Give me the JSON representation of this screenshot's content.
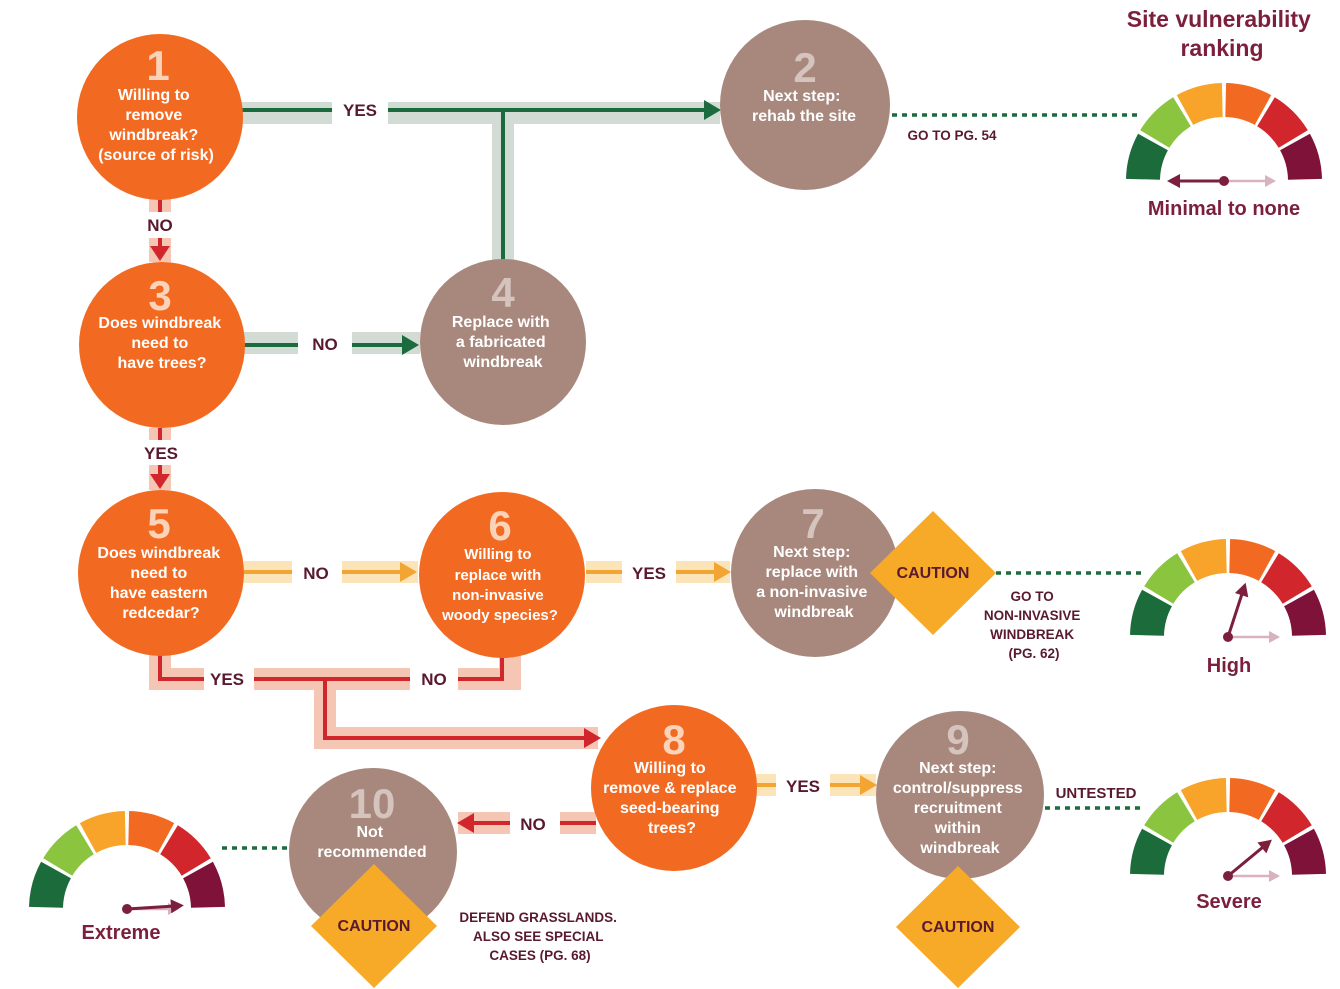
{
  "title": [
    "Site vulnerability",
    "ranking"
  ],
  "colors": {
    "orange": "#F26A21",
    "taupe": "#A8887D",
    "green_dark": "#1B6B3E",
    "green_band": "#D2DCD5",
    "red_line": "#D2262D",
    "red_band": "#F5C6B4",
    "yellow_line": "#F3A533",
    "yellow_band": "#FCE4B9",
    "caution": "#F7A928",
    "gauge_text": "#7C1F3C",
    "note_text": "#5A1A2E",
    "gauge_segments": [
      "#1C6B3B",
      "#8BC43F",
      "#F8A42B",
      "#F26A21",
      "#D2262D",
      "#7E1238"
    ]
  },
  "nodes": [
    {
      "num": "1",
      "lines": [
        "Willing to",
        "remove",
        "windbreak?",
        "(source of risk)"
      ]
    },
    {
      "num": "2",
      "lines": [
        "Next step:",
        "rehab the site"
      ]
    },
    {
      "num": "3",
      "lines": [
        "Does windbreak",
        "need to",
        "have trees?"
      ]
    },
    {
      "num": "4",
      "lines": [
        "Replace with",
        "a fabricated",
        "windbreak"
      ]
    },
    {
      "num": "5",
      "lines": [
        "Does windbreak",
        "need to",
        "have eastern",
        "redcedar?"
      ]
    },
    {
      "num": "6",
      "lines": [
        "Willing to",
        "replace with",
        "non-invasive",
        "woody species?"
      ]
    },
    {
      "num": "7",
      "lines": [
        "Next step:",
        "replace with",
        "a non-invasive",
        "windbreak"
      ]
    },
    {
      "num": "8",
      "lines": [
        "Willing to",
        "remove & replace",
        "seed-bearing",
        "trees?"
      ]
    },
    {
      "num": "9",
      "lines": [
        "Next step:",
        "control/suppress",
        "recruitment",
        "within",
        "windbreak"
      ]
    },
    {
      "num": "10",
      "lines": [
        "Not",
        "recommended"
      ]
    }
  ],
  "edge_labels": [
    "YES",
    "NO",
    "NO",
    "YES",
    "NO",
    "YES",
    "YES",
    "NO",
    "YES",
    "NO",
    "UNTESTED"
  ],
  "cautions": [
    "CAUTION",
    "CAUTION",
    "CAUTION"
  ],
  "notes": [
    {
      "lines": [
        "GO TO PG. 54"
      ]
    },
    {
      "lines": [
        "GO TO",
        "NON-INVASIVE",
        "WINDBREAK",
        "(PG. 62)"
      ]
    },
    {
      "lines": [
        "DEFEND GRASSLANDS.",
        "ALSO SEE SPECIAL",
        "CASES (PG. 68)"
      ]
    }
  ],
  "gauges": [
    {
      "label": "Minimal to none",
      "level": 0.0
    },
    {
      "label": "High",
      "level": 0.6
    },
    {
      "label": "Severe",
      "level": 0.78
    },
    {
      "label": "Extreme",
      "level": 0.98
    }
  ]
}
